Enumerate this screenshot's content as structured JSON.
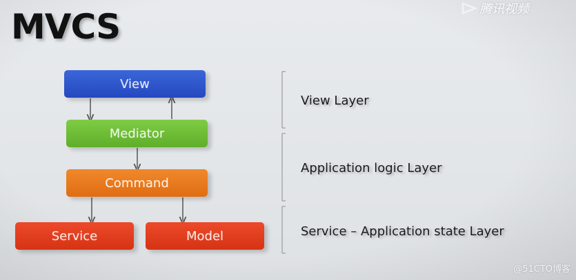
{
  "slide": {
    "title": "MVCS"
  },
  "boxes": {
    "view": "View",
    "mediator": "Mediator",
    "command": "Command",
    "service": "Service",
    "model": "Model"
  },
  "layers": {
    "view_layer": "View Layer",
    "app_logic_layer": "Application logic Layer",
    "service_state_layer": "Service – Application state Layer"
  },
  "watermarks": {
    "top_right": "腾讯视频",
    "bottom_right": "@51CTO博客"
  },
  "colors": {
    "view": "#2f55cc",
    "mediator": "#6fbd36",
    "command": "#e97a1f",
    "service_model": "#e03e1f"
  }
}
